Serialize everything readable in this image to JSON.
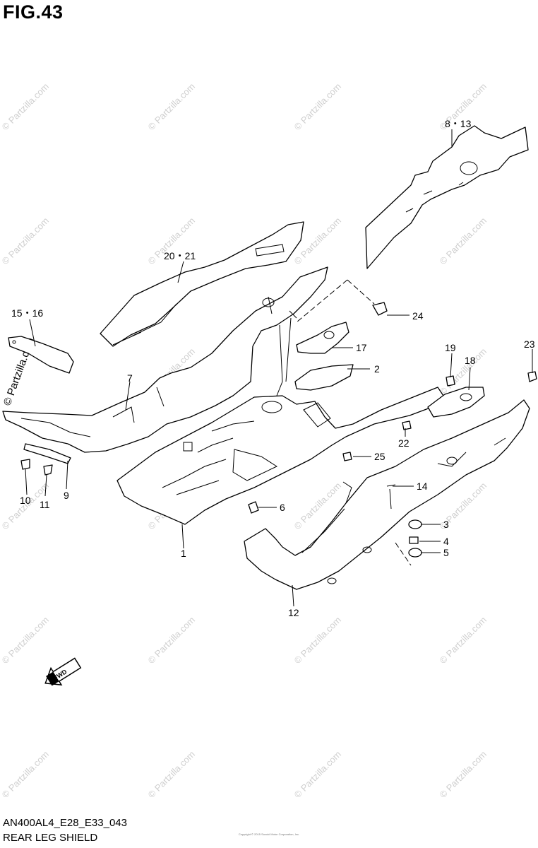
{
  "figure": {
    "title": "FIG.43",
    "model_code": "AN400AL4_E28_E33_043",
    "section_name": "REAR LEG SHIELD",
    "copyright_note": "Copyright © 2015 Suzuki Motor Corporation, Inc."
  },
  "watermark": "© Partzilla.com",
  "callouts": [
    {
      "id": "1",
      "label": "1"
    },
    {
      "id": "2",
      "label": "2"
    },
    {
      "id": "3",
      "label": "3"
    },
    {
      "id": "4",
      "label": "4"
    },
    {
      "id": "5",
      "label": "5"
    },
    {
      "id": "6",
      "label": "6"
    },
    {
      "id": "7",
      "label": "7"
    },
    {
      "id": "8-13",
      "label": "8・13"
    },
    {
      "id": "9",
      "label": "9"
    },
    {
      "id": "10",
      "label": "10"
    },
    {
      "id": "11",
      "label": "11"
    },
    {
      "id": "12",
      "label": "12"
    },
    {
      "id": "14",
      "label": "14"
    },
    {
      "id": "15-16",
      "label": "15・16"
    },
    {
      "id": "17",
      "label": "17"
    },
    {
      "id": "18",
      "label": "18"
    },
    {
      "id": "19",
      "label": "19"
    },
    {
      "id": "20-21",
      "label": "20・21"
    },
    {
      "id": "22",
      "label": "22"
    },
    {
      "id": "23",
      "label": "23"
    },
    {
      "id": "24",
      "label": "24"
    },
    {
      "id": "25",
      "label": "25"
    }
  ],
  "direction_arrow": {
    "label": "FWD",
    "icon": "fwd-arrow-icon"
  }
}
